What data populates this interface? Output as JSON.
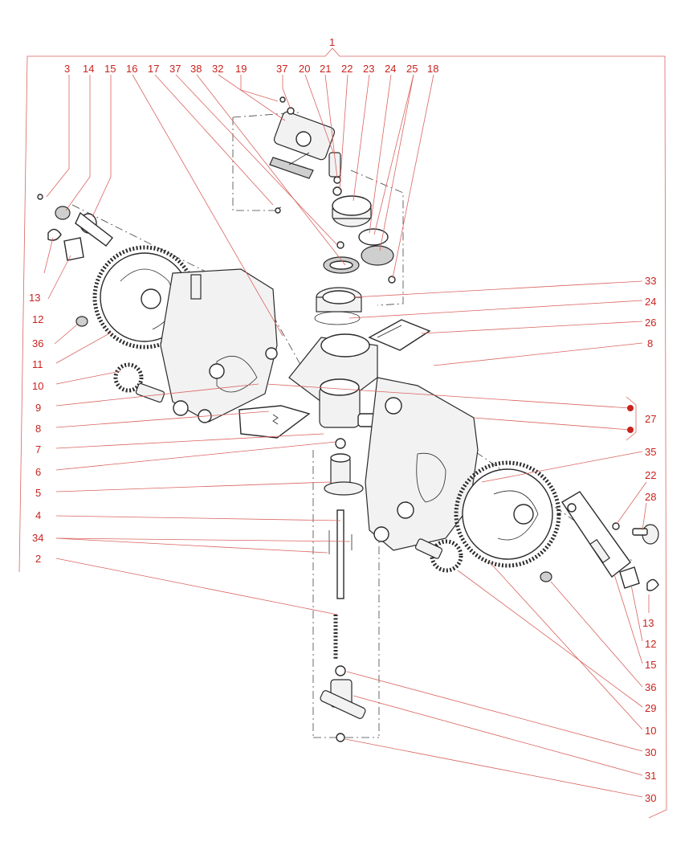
{
  "diagram": {
    "labels": {
      "l1": "1",
      "l3": "3",
      "l14": "14",
      "l15a": "15",
      "l16": "16",
      "l17": "17",
      "l37a": "37",
      "l38": "38",
      "l32": "32",
      "l19": "19",
      "l37b": "37",
      "l20": "20",
      "l21": "21",
      "l22a": "22",
      "l23": "23",
      "l24a": "24",
      "l25": "25",
      "l18": "18",
      "l13a": "13",
      "l12a": "12",
      "l36a": "36",
      "l11": "11",
      "l10a": "10",
      "l9": "9",
      "l8a": "8",
      "l7": "7",
      "l6": "6",
      "l5": "5",
      "l4": "4",
      "l34": "34",
      "l2": "2",
      "l33": "33",
      "l24b": "24",
      "l26": "26",
      "l8b": "8",
      "l27": "27",
      "l35": "35",
      "l22b": "22",
      "l28": "28",
      "l13b": "13",
      "l12b": "12",
      "l15b": "15",
      "l36b": "36",
      "l29": "29",
      "l10b": "10",
      "l30a": "30",
      "l31": "31",
      "l30b": "30"
    },
    "colors": {
      "label": "#c8231f",
      "leader": "#d9645f",
      "ink": "#2a2a2a"
    }
  }
}
